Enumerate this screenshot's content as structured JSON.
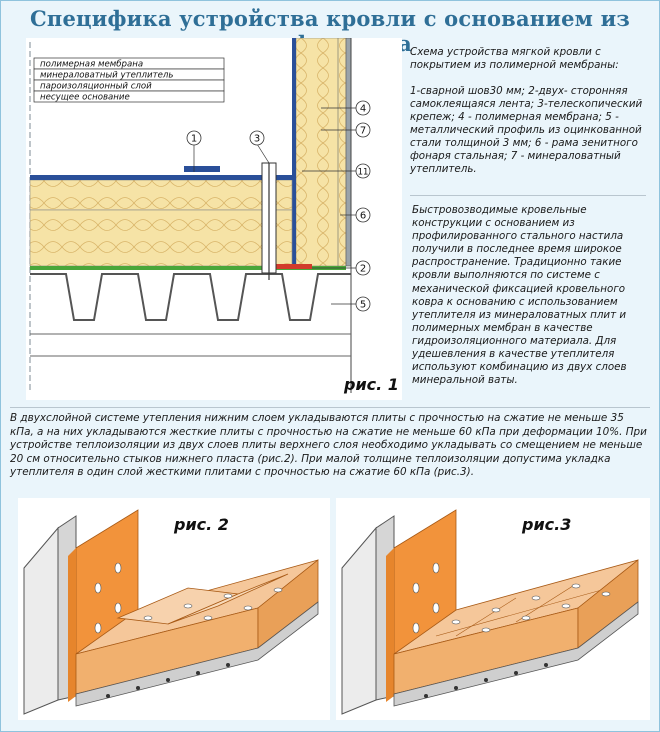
{
  "title": "Спецификa устройства кровли с основанием из профнастила",
  "figure1": {
    "caption": "рис. 1",
    "layer_labels": [
      "полимерная мембрана",
      "минераловатный утеплитель",
      "пароизоляционный слой",
      "несущее основание"
    ],
    "callouts": [
      "1",
      "2",
      "3",
      "4",
      "5",
      "6",
      "7",
      "11"
    ]
  },
  "right_text": {
    "p1": "Схема устройства мягкой кровли с покрытием из полимерной мембраны:",
    "p2": "1-сварной шов30 мм; 2-двух- сторонняя самоклеящаяся лента; 3-телескопический крепеж; 4 - полимерная мембрана; 5 - металлический профиль из оцинкованной стали толщиной 3 мм; 6 - рама зенитного фонаря стальная; 7 - минераловатный утеплитель.",
    "p3": "Быстровозводимые кровельные конструкции с основанием из профилированного стального настила получили в последнее время широкое распространение. Традиционно такие кровли выполняются по системе с механической фиксацией кровельного ковра к основанию с использованием утеплителя из минераловатных плит и полимерных мембран в качестве гидроизоляционного материала. Для удешевления в качестве утеплителя используют комбинацию из двух слоев минеральной ваты."
  },
  "bottom_text": "В двухслойной системе утепления нижним слоем укладываются плиты с прочностью на сжатие не меньше 35 кПа, а на них укладываются жесткие плиты с прочностью на сжатие не меньше 60 кПа при деформации 10%. При устройстве теплоизоляции из двух слоев плиты верхнего слоя необходимо укладывать со смещением не меньше 20 см относительно стыков нижнего пласта (рис.2). При малой толщине теплоизоляции допустима укладка утеплителя в один слой жесткими плитами с прочностью на сжатие 60 кПа (рис.3).",
  "figure2": {
    "caption": "рис. 2"
  },
  "figure3": {
    "caption": "рис.3"
  },
  "colors": {
    "title": "#2f6f97",
    "insulation": "#f6e3a6",
    "membrane": "#2a4f99",
    "orange": "#f2933b",
    "board": "#f5c79a"
  }
}
